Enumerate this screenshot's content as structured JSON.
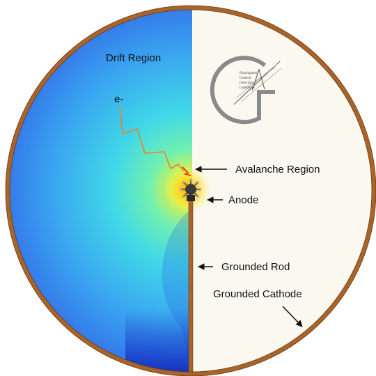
{
  "labels": {
    "drift_region": "Drift Region",
    "electron": "e-",
    "avalanche_region": "Avalanche Region",
    "anode": "Anode",
    "grounded_rod": "Grounded Rod",
    "grounded_cathode": "Grounded Cathode"
  },
  "logo": {
    "letter": "G",
    "lines": [
      "Birmingham",
      "Gaseous",
      "Detectors",
      "Laboratory"
    ]
  },
  "colors": {
    "cathode_rim": "#a8642a",
    "rod": "#a8642a",
    "background_right": "#fbf8f0",
    "field_low": "#3060e8",
    "field_mid": "#60e8c0",
    "field_high": "#ffd000",
    "electron_track": "#f08020",
    "arrow": "#111111"
  },
  "icons": {
    "anode": "anode-icon",
    "logo": "bgdl-logo-icon"
  }
}
